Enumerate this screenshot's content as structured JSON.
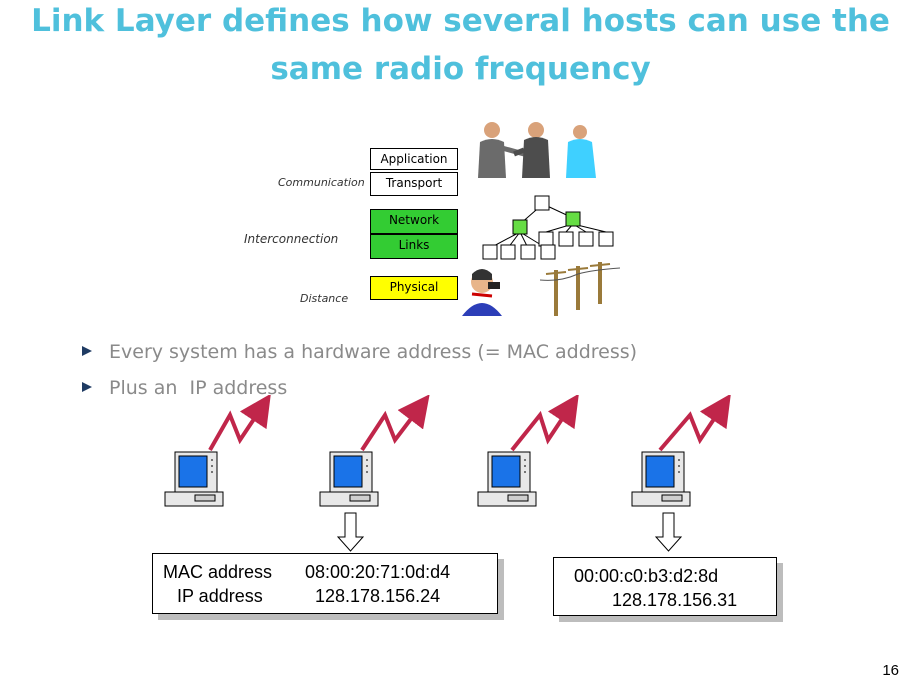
{
  "slide": {
    "title_line1": "Link Layer defines how several hosts can use the",
    "title_line2": "same radio frequency",
    "page_number": "16"
  },
  "layers": {
    "application": "Application",
    "transport": "Transport",
    "network": "Network",
    "links": "Links",
    "physical": "Physical",
    "communication": "Communication",
    "interconnection": "Interconnection",
    "distance": "Distance"
  },
  "bullets": [
    "Every system has a hardware address (= MAC address)",
    "Plus an  IP address"
  ],
  "address_box_1": {
    "mac_label": "MAC address",
    "mac_value": "08:00:20:71:0d:d4",
    "ip_label": "IP address",
    "ip_value": "128.178.156.24"
  },
  "address_box_2": {
    "mac_value": "00:00:c0:b3:d2:8d",
    "ip_value": "128.178.156.31"
  },
  "colors": {
    "title": "#4fc0dc",
    "network_fill": "#33cc33",
    "physical_fill": "#ffff00",
    "radio_wave": "#c0264a",
    "screen": "#1a73e8"
  }
}
